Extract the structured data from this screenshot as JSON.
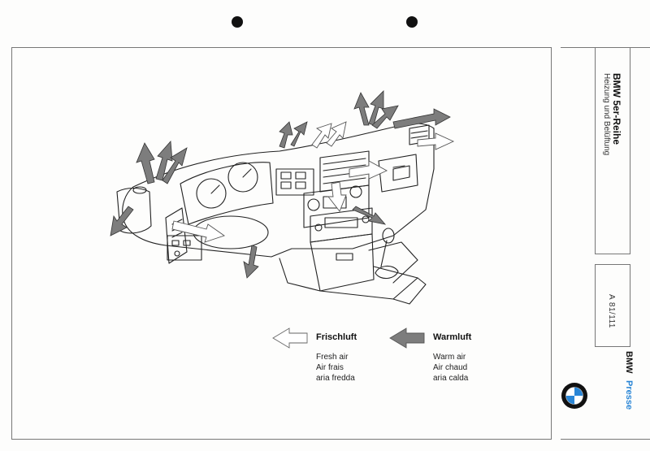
{
  "header": {
    "title": "BMW 5er-Reihe",
    "subtitle": "Heizung und Belüftung"
  },
  "reference_number": "A 81/111",
  "brand": {
    "name": "BMW",
    "section": "Presse"
  },
  "legend": {
    "fresh": {
      "title": "Frischluft",
      "lines": [
        "Fresh air",
        "Air frais",
        "aria fredda"
      ]
    },
    "warm": {
      "title": "Warmluft",
      "lines": [
        "Warm air",
        "Air chaud",
        "aria calda"
      ]
    }
  },
  "colors": {
    "warm_arrow": "#7d7d7d",
    "fresh_arrow": "#ffffff",
    "line": "#222222",
    "presse": "#2a86d6"
  },
  "icons": [
    "bmw-roundel-icon"
  ]
}
